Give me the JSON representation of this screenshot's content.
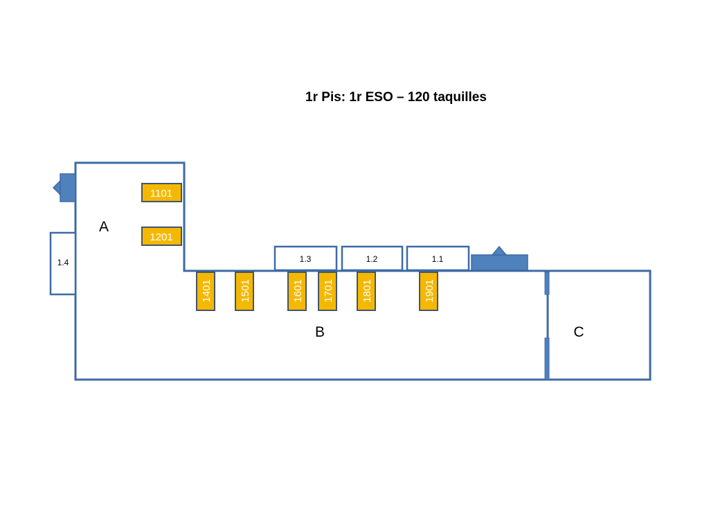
{
  "title": "1r Pis: 1r ESO – 120 taquilles",
  "zones": {
    "a": "A",
    "b": "B",
    "c": "C"
  },
  "rooms": {
    "r14": "1.4",
    "r13": "1.3",
    "r12": "1.2",
    "r11": "1.1"
  },
  "lockers": {
    "l1101": "1101",
    "l1201": "1201",
    "l1401": "1401",
    "l1501": "1501",
    "l1601": "1601",
    "l1701": "1701",
    "l1801": "1801",
    "l1901": "1901"
  },
  "colors": {
    "wall": "#3d6aa5",
    "locker_fill": "#f5b800",
    "locker_border": "#44546a",
    "exit_fill": "#4f81bd"
  },
  "icons": [
    "exit-arrow-left-icon",
    "exit-arrow-up-icon"
  ]
}
